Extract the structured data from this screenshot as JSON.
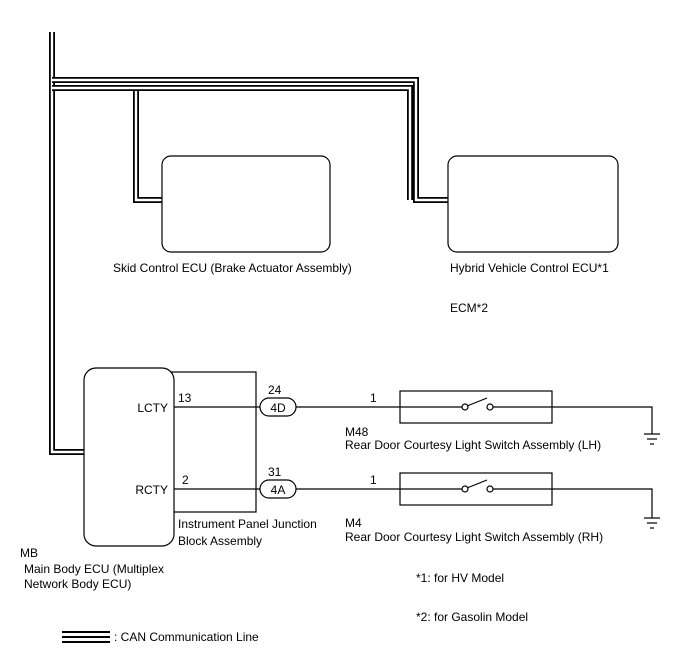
{
  "ecus": {
    "skid_label": "Skid Control ECU (Brake Actuator Assembly)",
    "hv_label": "Hybrid Vehicle Control ECU*1",
    "ecm_label": "ECM*2"
  },
  "main_body": {
    "code": "MB",
    "name_line1": "Main Body ECU (Multiplex",
    "name_line2": "Network Body ECU)",
    "terminal_lcty": "LCTY",
    "terminal_rcty": "RCTY",
    "pin_lcty": "13",
    "pin_rcty": "2"
  },
  "junction_block": {
    "name_line1": "Instrument Panel Junction",
    "name_line2": "Block Assembly",
    "conn_top_pin": "24",
    "conn_top_label": "4D",
    "conn_bottom_pin": "31",
    "conn_bottom_label": "4A"
  },
  "switch_lh": {
    "pin": "1",
    "code": "M48",
    "name": "Rear Door Courtesy Light Switch Assembly (LH)"
  },
  "switch_rh": {
    "pin": "1",
    "code": "M4",
    "name": "Rear Door Courtesy Light Switch Assembly (RH)"
  },
  "notes": {
    "note1": "*1: for HV Model",
    "note2": "*2: for Gasolin Model"
  },
  "legend": {
    "can_line": ": CAN Communication Line"
  }
}
